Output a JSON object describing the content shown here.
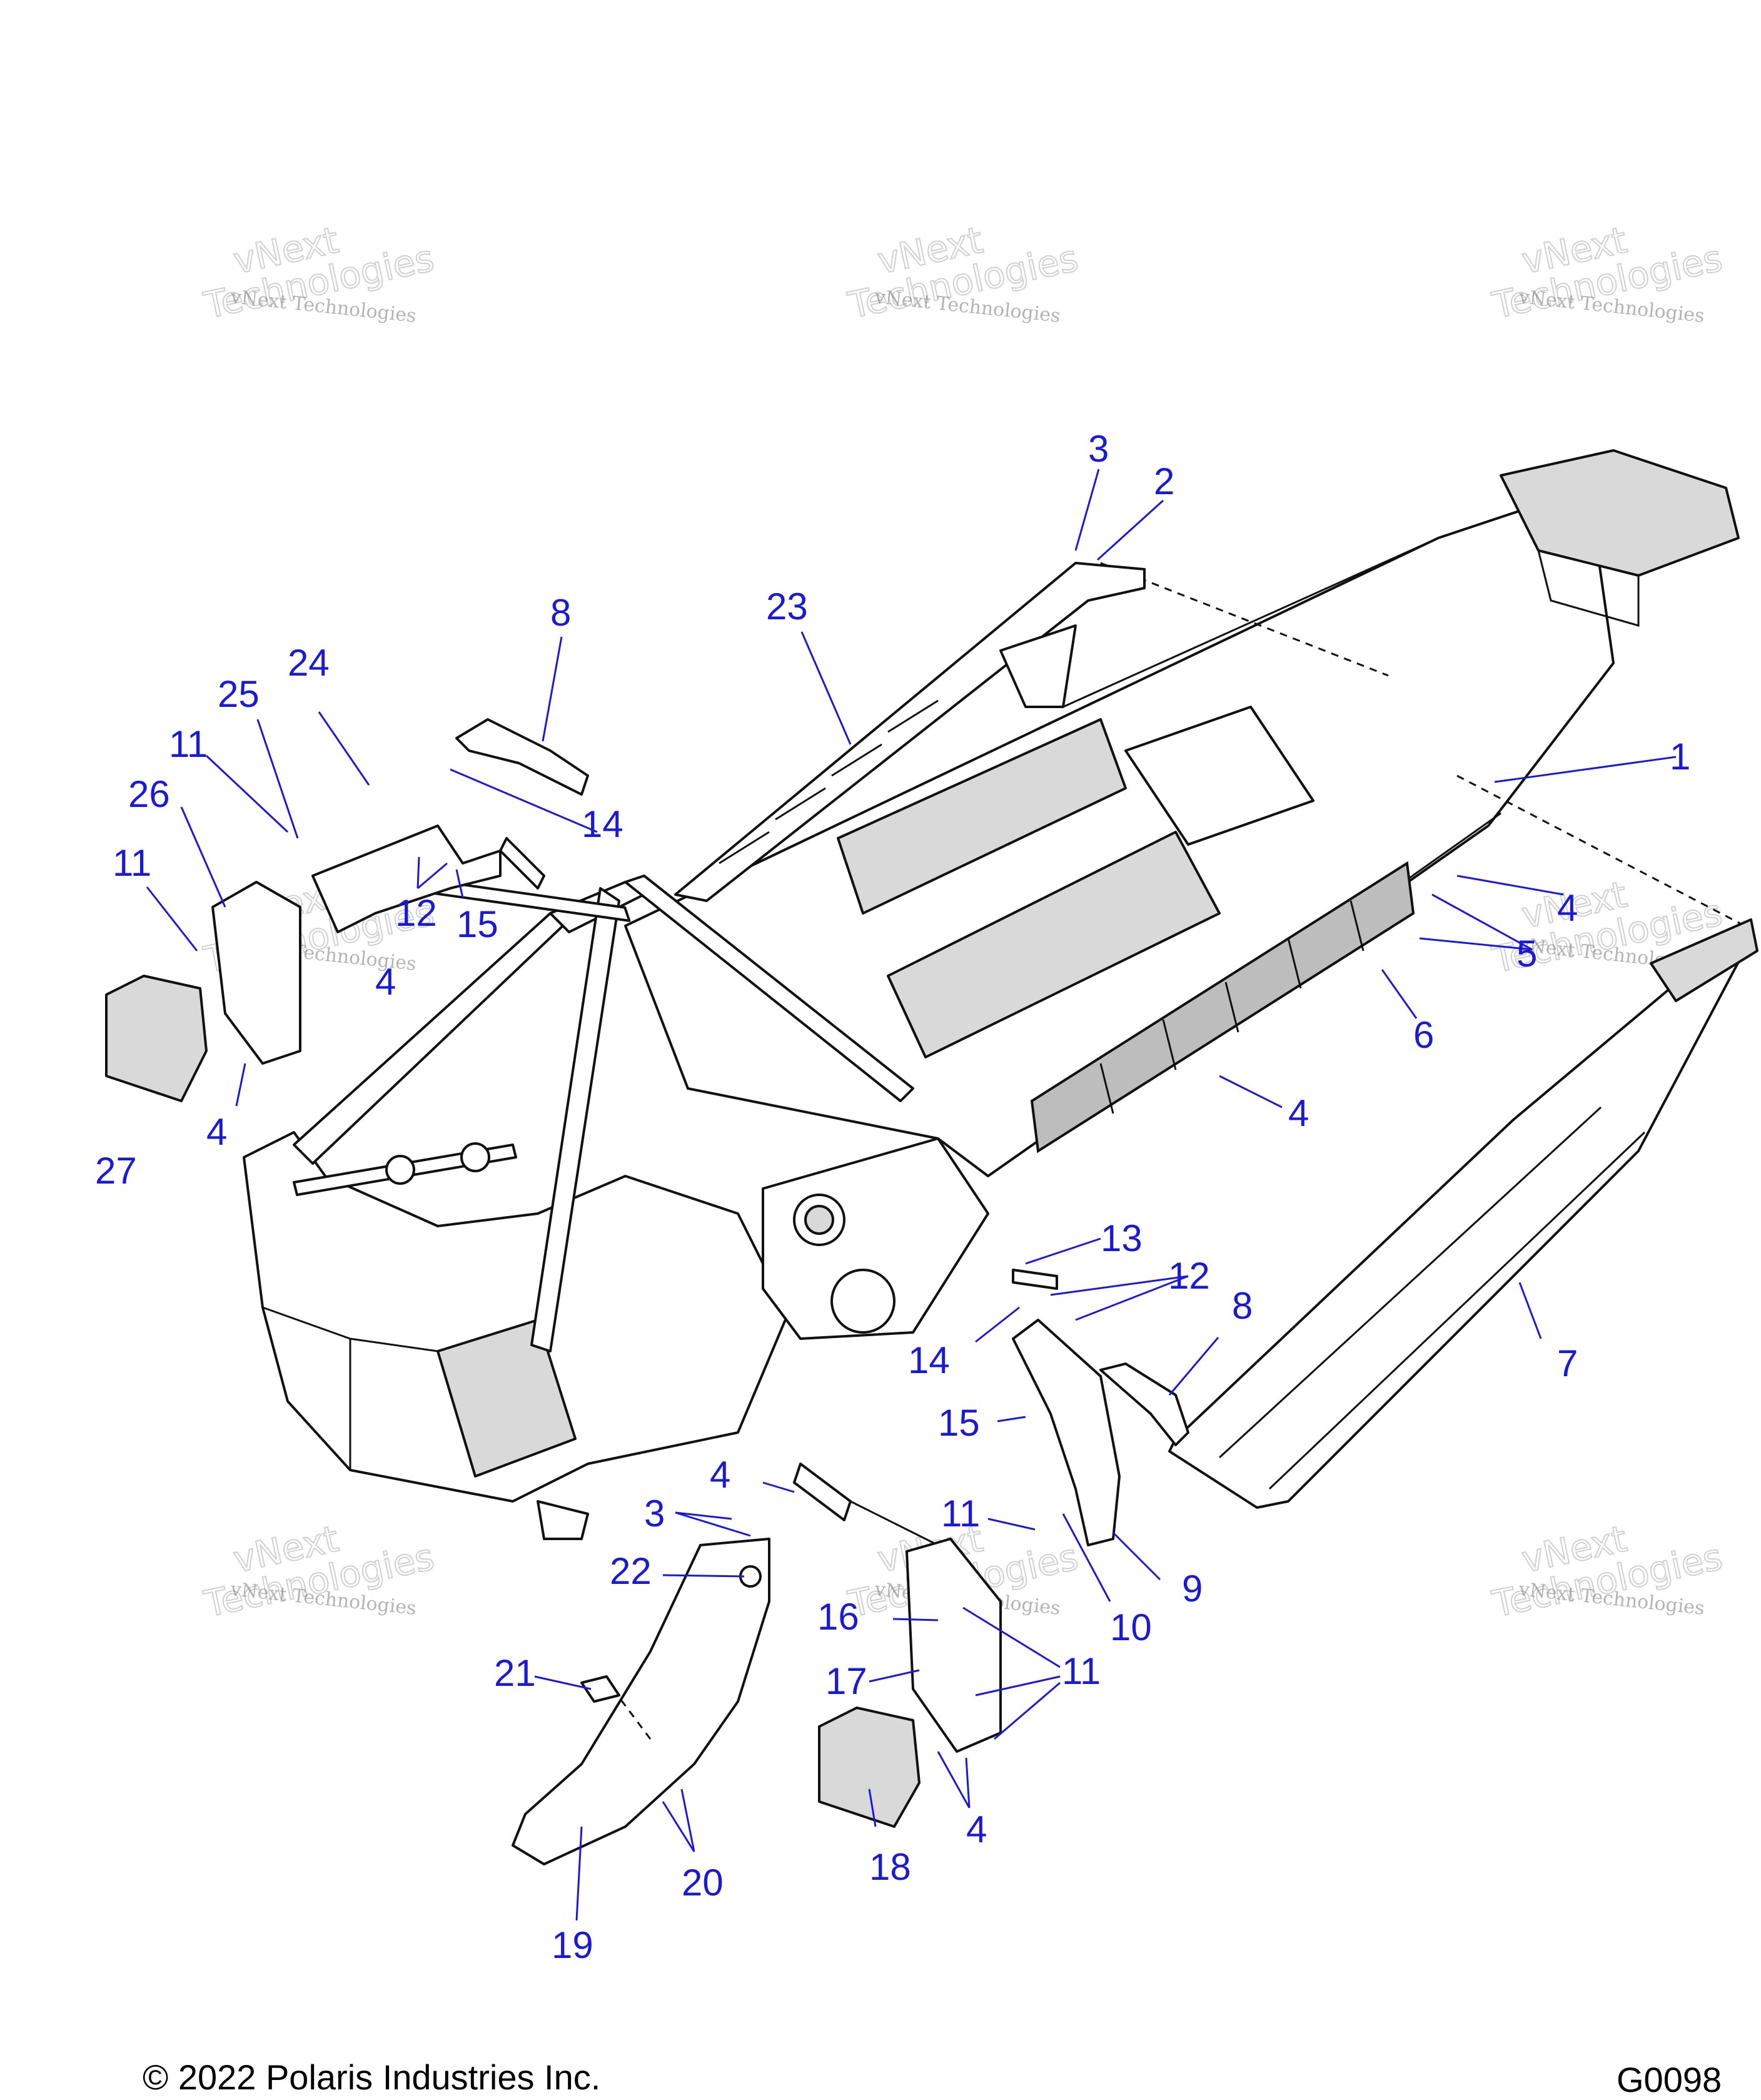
{
  "watermark": {
    "line1": "vNext",
    "line2": "Technologies",
    "full": "vNext Technologies"
  },
  "callouts": [
    "1",
    "2",
    "3",
    "4",
    "5",
    "6",
    "7",
    "8",
    "9",
    "10",
    "11",
    "12",
    "13",
    "14",
    "15",
    "16",
    "17",
    "18",
    "19",
    "20",
    "21",
    "22",
    "23",
    "24",
    "25",
    "26",
    "27"
  ],
  "footer": {
    "copyright": "© 2022 Polaris Industries Inc.",
    "figure_id": "G0098"
  },
  "colors": {
    "callout": "#1a1ad6",
    "line": "#111111",
    "shade": "#d9d9d9"
  }
}
